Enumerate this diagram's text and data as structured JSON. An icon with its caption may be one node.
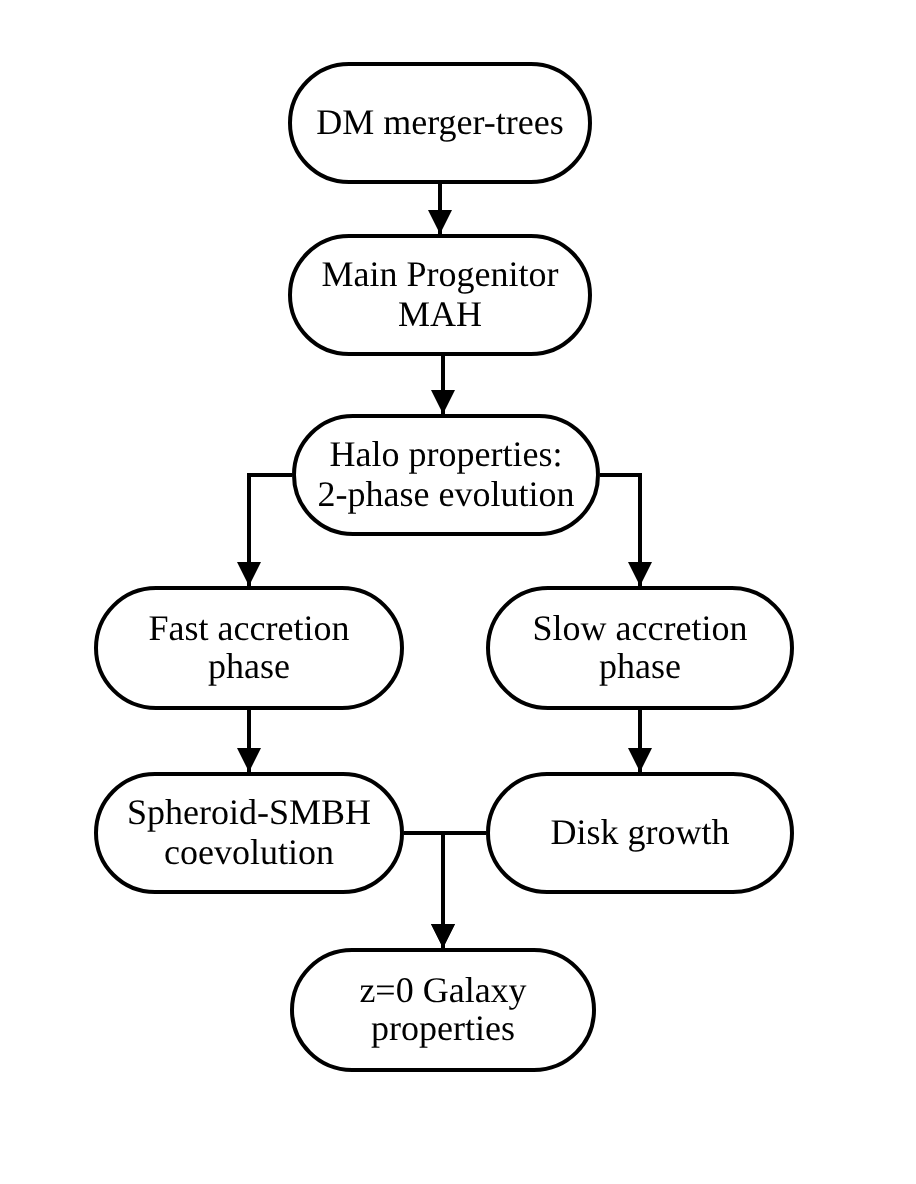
{
  "diagram": {
    "nodes": [
      {
        "text": [
          "DM merger-trees"
        ]
      },
      {
        "text": [
          "Main Progenitor MAH"
        ]
      },
      {
        "text": [
          "Halo properties: 2-phase evolution"
        ]
      },
      {
        "text": [
          "Fast accretion phase"
        ]
      },
      {
        "text": [
          "Slow accretion phase"
        ]
      },
      {
        "text": [
          "Spheroid-SMBH coevolution"
        ]
      },
      {
        "text": [
          "Disk growth"
        ]
      },
      {
        "text": [
          "z=0 Galaxy properties"
        ]
      }
    ],
    "edges": [
      {
        "from": 0,
        "to": 1,
        "arrow": "to"
      },
      {
        "from": 1,
        "to": 2,
        "arrow": "to"
      },
      {
        "from": 2,
        "to": 3,
        "arrow": "to"
      },
      {
        "from": 2,
        "to": 4,
        "arrow": "to"
      },
      {
        "from": 3,
        "to": 5,
        "arrow": "to"
      },
      {
        "from": 4,
        "to": 6,
        "arrow": "to"
      },
      {
        "from": 5,
        "to": 7,
        "arrow": "to"
      },
      {
        "from": 6,
        "to": 7,
        "arrow": "to"
      }
    ]
  }
}
